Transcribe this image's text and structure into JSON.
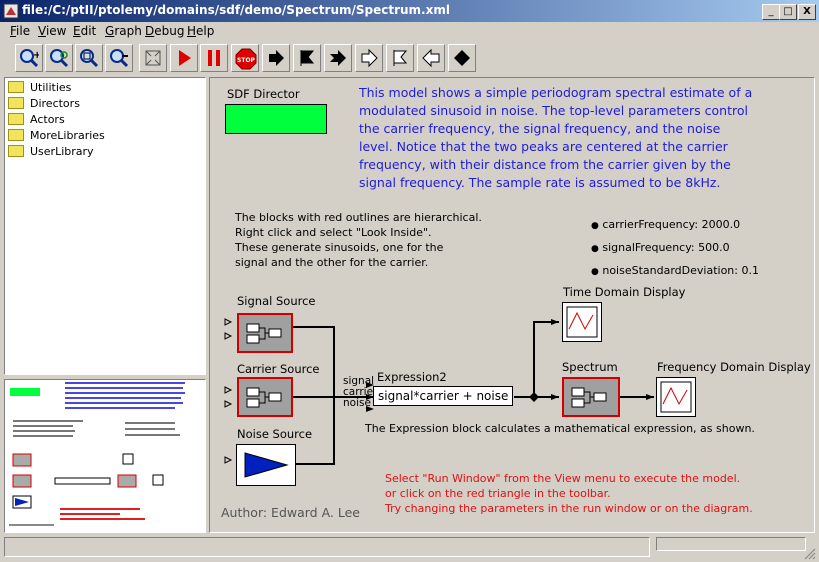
{
  "window": {
    "title": "file:/C:/ptII/ptolemy/domains/sdf/demo/Spectrum/Spectrum.xml",
    "minimize": "_",
    "maximize": "□",
    "close": "X"
  },
  "menu": [
    {
      "label": "File",
      "mnemonic": "F",
      "rest": "ile"
    },
    {
      "label": "View",
      "mnemonic": "V",
      "rest": "iew"
    },
    {
      "label": "Edit",
      "mnemonic": "E",
      "rest": "dit"
    },
    {
      "label": "Graph",
      "mnemonic": "G",
      "rest": "raph"
    },
    {
      "label": "Debug",
      "mnemonic": "D",
      "rest": "ebug"
    },
    {
      "label": "Help",
      "mnemonic": "H",
      "rest": "elp"
    }
  ],
  "toolbar": {
    "icons": [
      "zoom-in-icon",
      "zoom-reset-icon",
      "zoom-fit-icon",
      "zoom-out-icon",
      "full-screen-icon",
      "run-icon",
      "pause-icon",
      "stop-icon",
      "step-forward-icon",
      "flag-icon",
      "step-back-icon",
      "outline-arrow-icon",
      "outline-flag-icon",
      "outline-back-icon",
      "diamond-icon"
    ],
    "stop_label": "STOP"
  },
  "library": {
    "items": [
      "Utilities",
      "Directors",
      "Actors",
      "MoreLibraries",
      "UserLibrary"
    ]
  },
  "diagram": {
    "director_label": "SDF Director",
    "description": [
      "This model shows a simple periodogram spectral estimate of a",
      "modulated sinusoid in noise. The top-level parameters control",
      "the carrier frequency, the signal frequency, and the noise",
      "level. Notice that the two peaks are centered at the carrier",
      "frequency, with their distance from the carrier given by the",
      "signal frequency. The sample rate is assumed to be 8kHz."
    ],
    "hier_note": [
      "The blocks with red outlines are hierarchical.",
      "Right click and select \"Look Inside\".",
      "These generate sinusoids, one for the",
      "signal and the other for the carrier."
    ],
    "parameters": [
      "carrierFrequency: 2000.0",
      "signalFrequency: 500.0",
      "noiseStandardDeviation: 0.1"
    ],
    "signal_source": "Signal Source",
    "carrier_source": "Carrier Source",
    "noise_source": "Noise Source",
    "expression_name": "Expression2",
    "expression_value": "signal*carrier + noise",
    "port_signal": "signal",
    "port_carrier": "carrier",
    "port_noise": "noise",
    "time_display": "Time Domain Display",
    "spectrum": "Spectrum",
    "freq_display": "Frequency Domain Display",
    "expression_note": "The Expression block calculates a mathematical expression, as shown.",
    "run_note": [
      "Select \"Run Window\" from the View menu to execute the model.",
      "or click on the red triangle in the toolbar.",
      "Try changing the parameters in the run window or on the diagram."
    ],
    "author": "Author: Edward A. Lee"
  },
  "colors": {
    "title_bar": "#0a246a",
    "director_green": "#00ff3c",
    "description_blue": "#1c1cd8",
    "actor_outline": "#d00000",
    "note_red": "#e01010"
  }
}
